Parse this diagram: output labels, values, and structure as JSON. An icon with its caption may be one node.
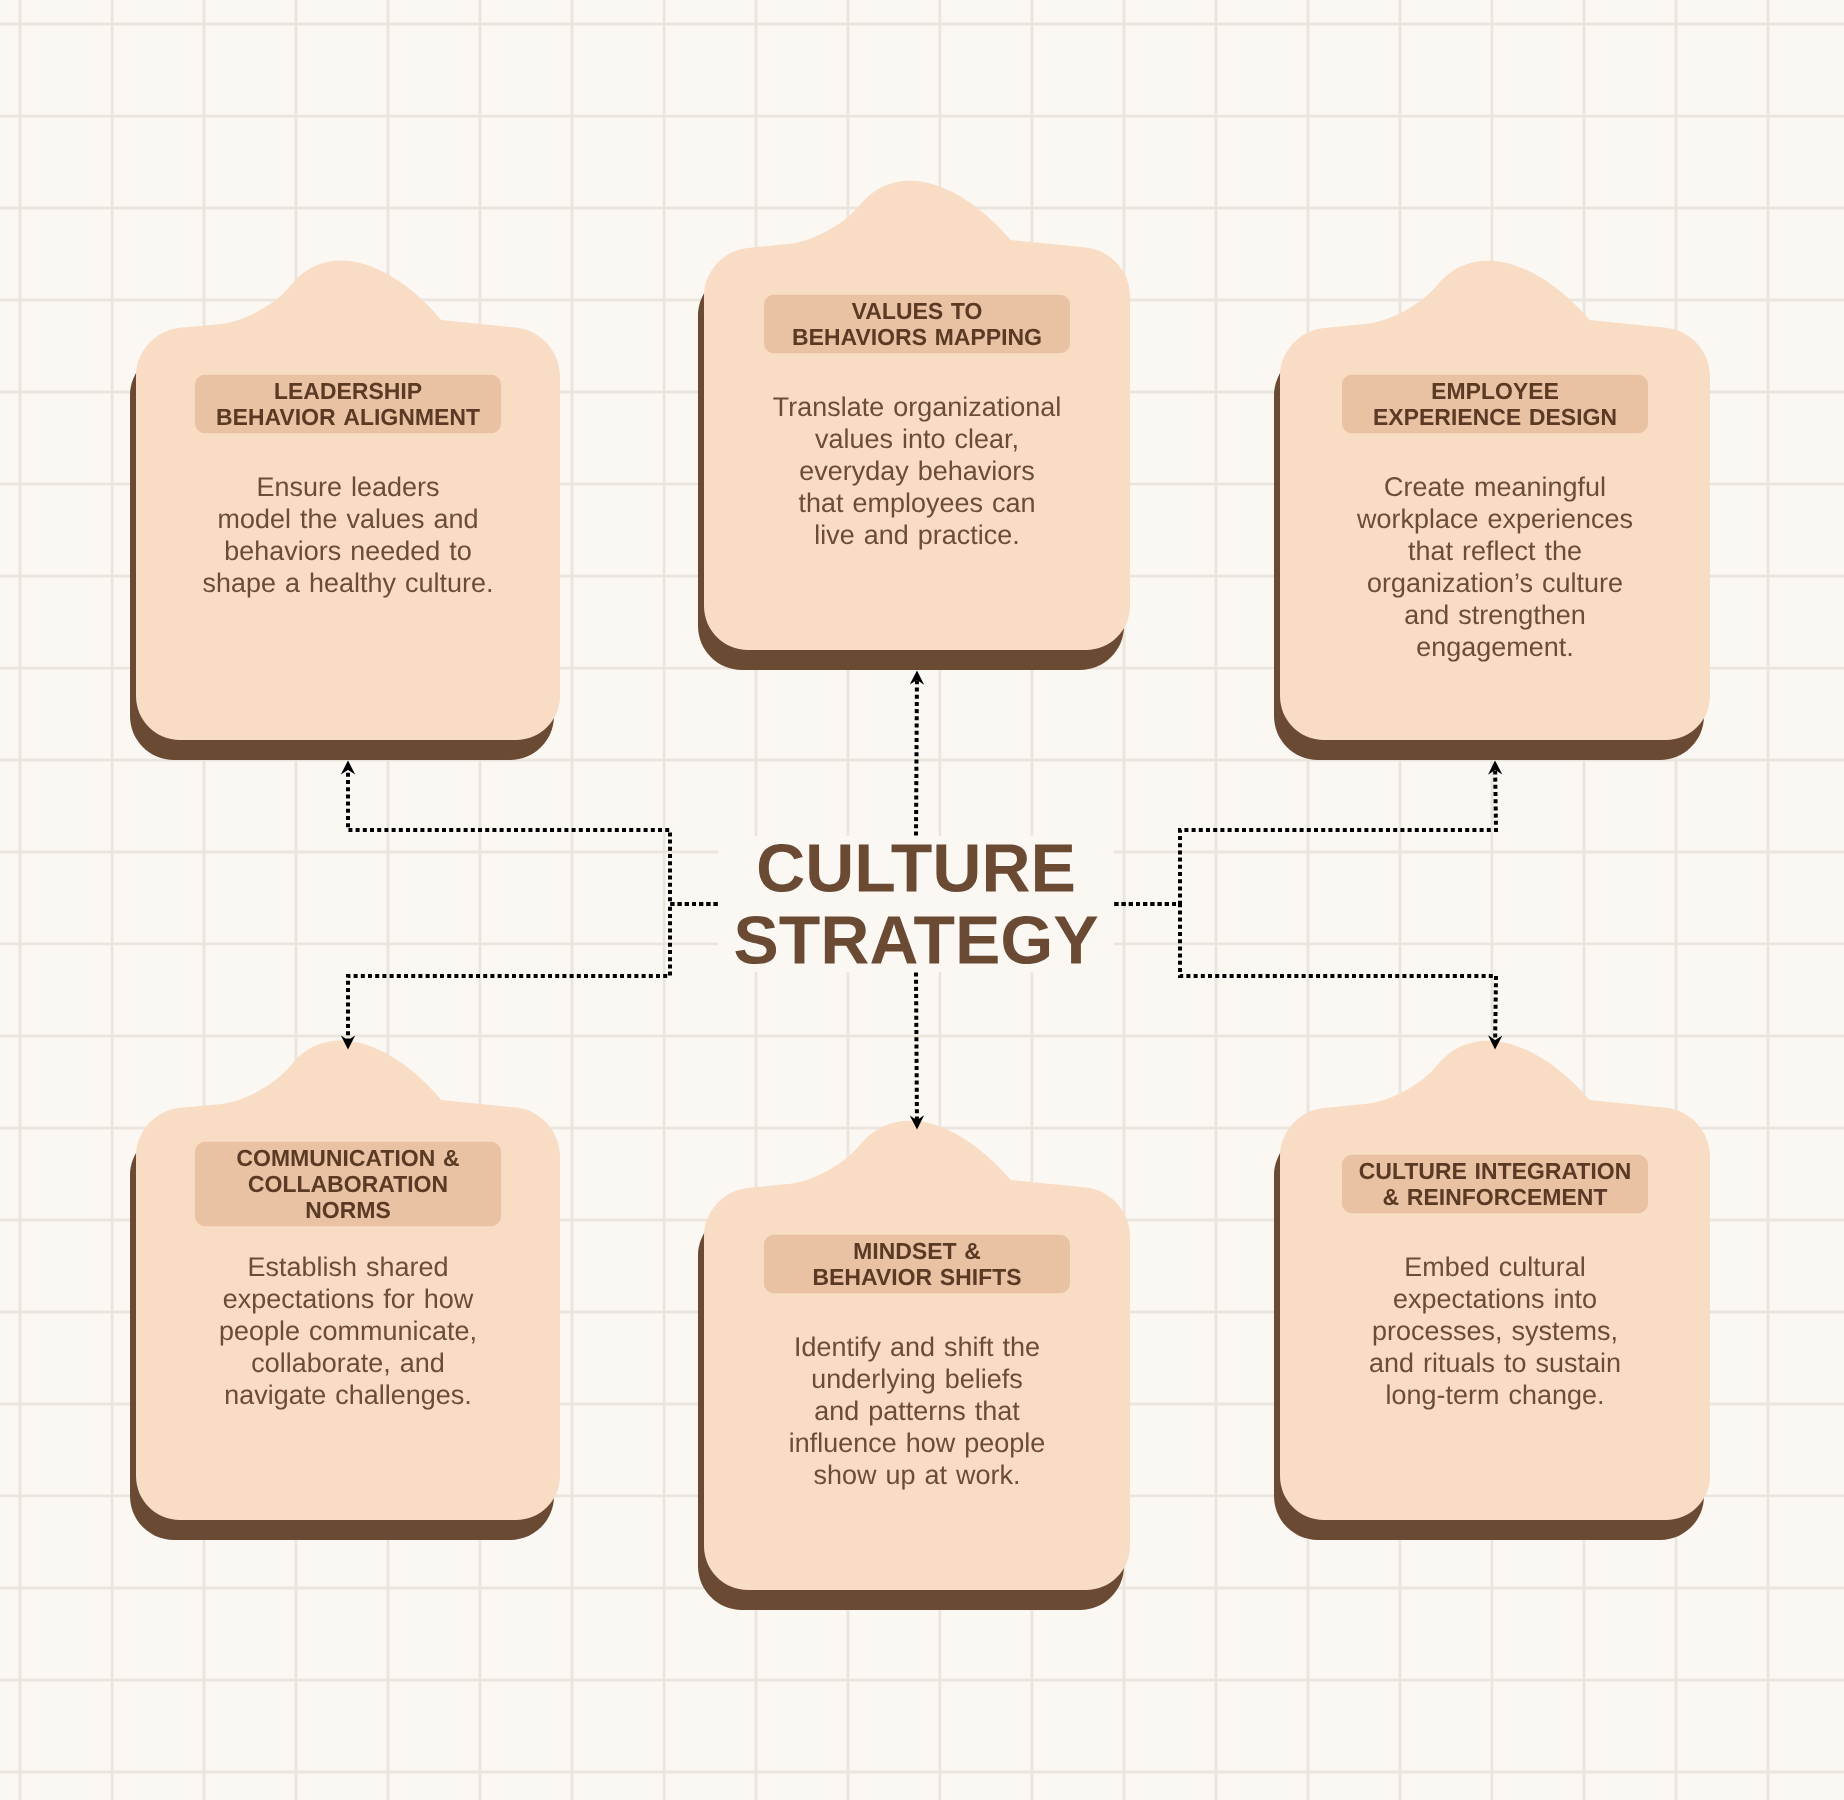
{
  "diagram": {
    "nodes": [
      {
        "text": [
          "CULTURE STRATEGY"
        ]
      },
      {
        "text": [
          "LEADERSHIP BEHAVIOR ALIGNMENT",
          "Ensure leaders model the values and behaviors needed to shape a healthy culture."
        ]
      },
      {
        "text": [
          "VALUES TO BEHAVIORS MAPPING",
          "Translate organizational values into clear, everyday behaviors that employees can live and practice."
        ]
      },
      {
        "text": [
          "EMPLOYEE EXPERIENCE DESIGN",
          "Create meaningful workplace experiences that reflect the organization’s culture and strengthen engagement."
        ]
      },
      {
        "text": [
          "COMMUNICATION & COLLABORATION NORMS",
          "Establish shared expectations for how people communicate, collaborate, and navigate challenges."
        ]
      },
      {
        "text": [
          "MINDSET & BEHAVIOR SHIFTS",
          "Identify and shift the underlying beliefs and patterns that influence how people show up at work."
        ]
      },
      {
        "text": [
          "CULTURE INTEGRATION & REINFORCEMENT",
          "Embed cultural expectations into processes, systems, and rituals to sustain long-term change."
        ]
      }
    ],
    "edges": [
      {
        "from": 0,
        "to": 1,
        "arrow": "to"
      },
      {
        "from": 0,
        "to": 2,
        "arrow": "to"
      },
      {
        "from": 0,
        "to": 3,
        "arrow": "to"
      },
      {
        "from": 0,
        "to": 4,
        "arrow": "to"
      },
      {
        "from": 0,
        "to": 5,
        "arrow": "to"
      },
      {
        "from": 0,
        "to": 6,
        "arrow": "to"
      }
    ]
  }
}
